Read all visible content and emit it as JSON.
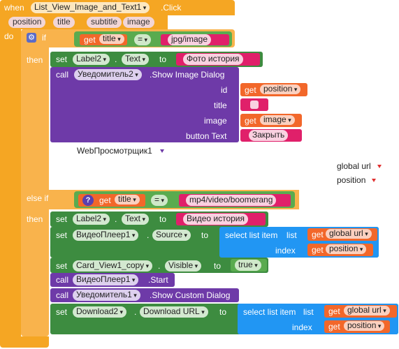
{
  "event": {
    "when_label": "when",
    "component": "List_View_Image_and_Text1",
    "event_name": ".Click",
    "params": [
      "position",
      "title",
      "subtitle",
      "image"
    ],
    "do_label": "do"
  },
  "if_block": {
    "if_label": "if",
    "then_label": "then",
    "get_label": "get",
    "var_title": "title",
    "op": "=",
    "str_image": "jpg/image",
    "set_label": "set",
    "label_component": "Label2",
    "text_prop": "Text",
    "to_label": "to",
    "str_photo": "Фото история",
    "call_label": "call",
    "notifier": "Уведомитель2",
    "method": ".Show Image Dialog",
    "arg_id": "id",
    "var_position": "position",
    "arg_title": "title",
    "arg_image": "image",
    "var_image": "image",
    "arg_button": "button Text",
    "str_close": "Закрыть",
    "webviewer": "WebПросмотрщик1"
  },
  "floating": {
    "global_url": "global url",
    "position": "position"
  },
  "elseif_block": {
    "else_if_label": "else if",
    "then_label": "then",
    "get_label": "get",
    "var_title": "title",
    "op": "=",
    "str_video": "mp4/video/boomerang",
    "set_label": "set",
    "label_component": "Label2",
    "text_prop": "Text",
    "to_label": "to",
    "str_video_story": "Видео история",
    "video_player": "ВидеоПлеер1",
    "source_prop": "Source",
    "select_list_item": "select list item",
    "list_label": "list",
    "var_global_url": "global url",
    "index_label": "index",
    "var_position": "position",
    "card": "Card_View1_copy",
    "visible_prop": "Visible",
    "true_val": "true",
    "call_label": "call",
    "start_method": ".Start",
    "notifier1": "Уведомитель1",
    "custom_dialog": ".Show Custom Dialog",
    "download": "Download2",
    "download_prop": "Download URL"
  },
  "colors": {
    "event": "#f5a623",
    "component_set": "#3d8c40",
    "component_call": "#6e3aa8",
    "text": "#e0206a",
    "logic": "#5aab4f",
    "list": "#2196f3",
    "variable": "#f2672a"
  }
}
